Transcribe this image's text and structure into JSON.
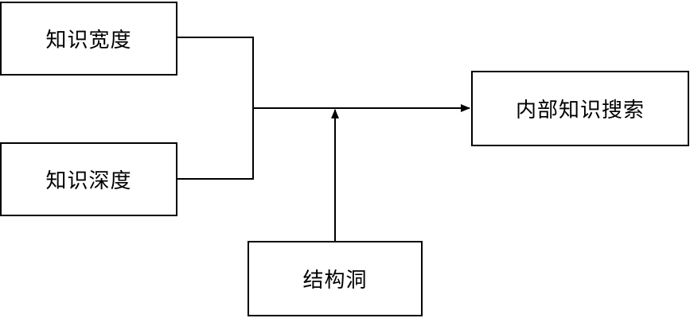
{
  "nodes": {
    "knowledge_breadth": "知识宽度",
    "knowledge_depth": "知识深度",
    "internal_knowledge_search": "内部知识搜索",
    "structural_hole": "结构洞"
  },
  "edges": [
    {
      "from": "knowledge_breadth",
      "to": "internal_knowledge_search"
    },
    {
      "from": "knowledge_depth",
      "to": "internal_knowledge_search"
    },
    {
      "from": "structural_hole",
      "to": "edge-merge-point"
    }
  ]
}
